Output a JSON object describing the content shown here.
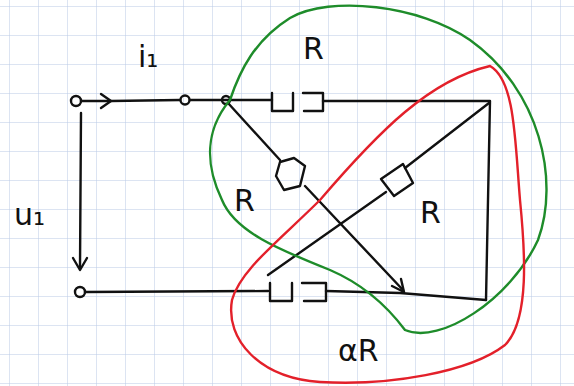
{
  "diagram": {
    "labels": [
      "i₁",
      "R",
      "R",
      "R",
      "u₁",
      "αR"
    ]
  }
}
